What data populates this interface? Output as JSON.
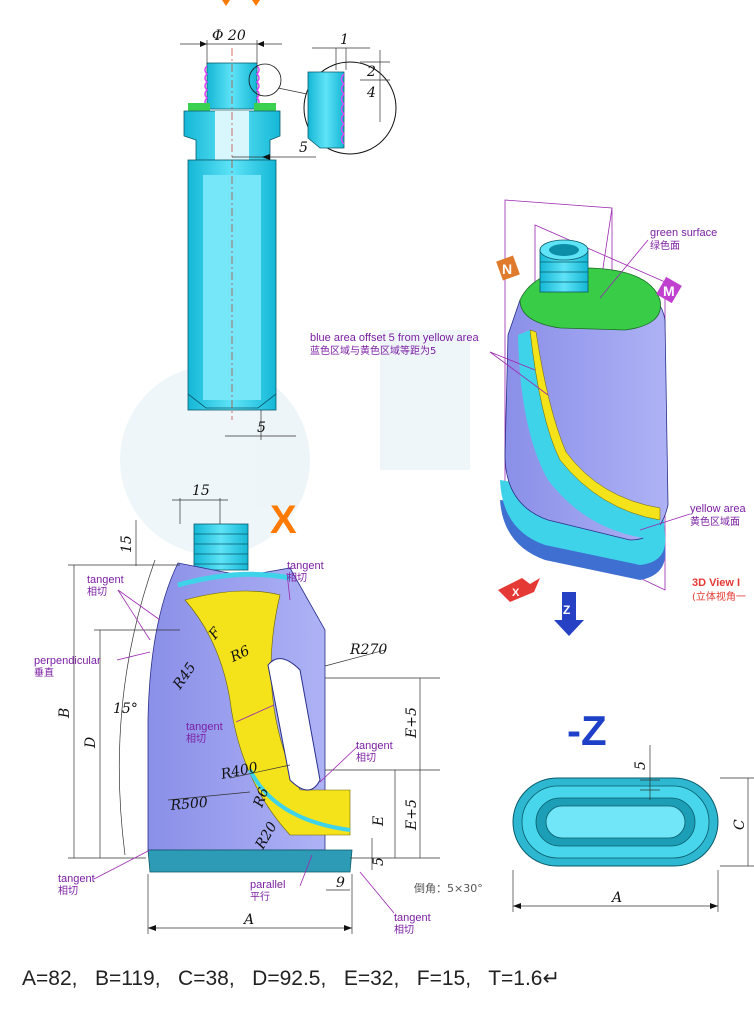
{
  "top_view": {
    "dia": "Φ 20",
    "d1": "1",
    "d2": "2",
    "d4": "4",
    "d5": "5",
    "d5b": "5"
  },
  "iso_view": {
    "label_n": "N",
    "label_m": "M",
    "green_en": "green surface",
    "green_cn": "绿色面",
    "blue_en": "blue area offset 5 from yellow area",
    "blue_cn": "蓝色区域与黄色区域等距为5",
    "yellow_en": "yellow area",
    "yellow_cn": "黄色区域面",
    "view_en": "3D View I",
    "view_cn": "(立体视角一",
    "axis_x": "X",
    "axis_z": "Z"
  },
  "front_view": {
    "title": "X",
    "d15_top": "15",
    "d15_left": "15",
    "tangent1_en": "tangent",
    "tangent1_cn": "相切",
    "tangent2_en": "tangent",
    "tangent2_cn": "相切",
    "tangent3_en": "tangent",
    "tangent3_cn": "相切",
    "tangent4_en": "tangent",
    "tangent4_cn": "相切",
    "tangent5_en": "tangent",
    "tangent5_cn": "相切",
    "tangent6_en": "tangent",
    "tangent6_cn": "相切",
    "perp_en": "perpendicular",
    "perp_cn": "垂直",
    "parallel_en": "parallel",
    "parallel_cn": "平行",
    "r270": "R270",
    "r45": "R45",
    "r6a": "R6",
    "r6b": "R6",
    "r400": "R400",
    "r500": "R500",
    "r20": "R20",
    "f": "F",
    "b": "B",
    "d": "D",
    "angle": "15°",
    "e5a": "E+5",
    "e5b": "E+5",
    "e": "E",
    "d5": "5",
    "d9": "9",
    "a": "A",
    "chamfer": "倒角：5×30°"
  },
  "z_view": {
    "title": "-Z",
    "d5": "5",
    "a": "A",
    "c": "C"
  },
  "params": "A=82,   B=119,   C=38,   D=92.5,   E=32,   F=15,   T=1.6↵"
}
